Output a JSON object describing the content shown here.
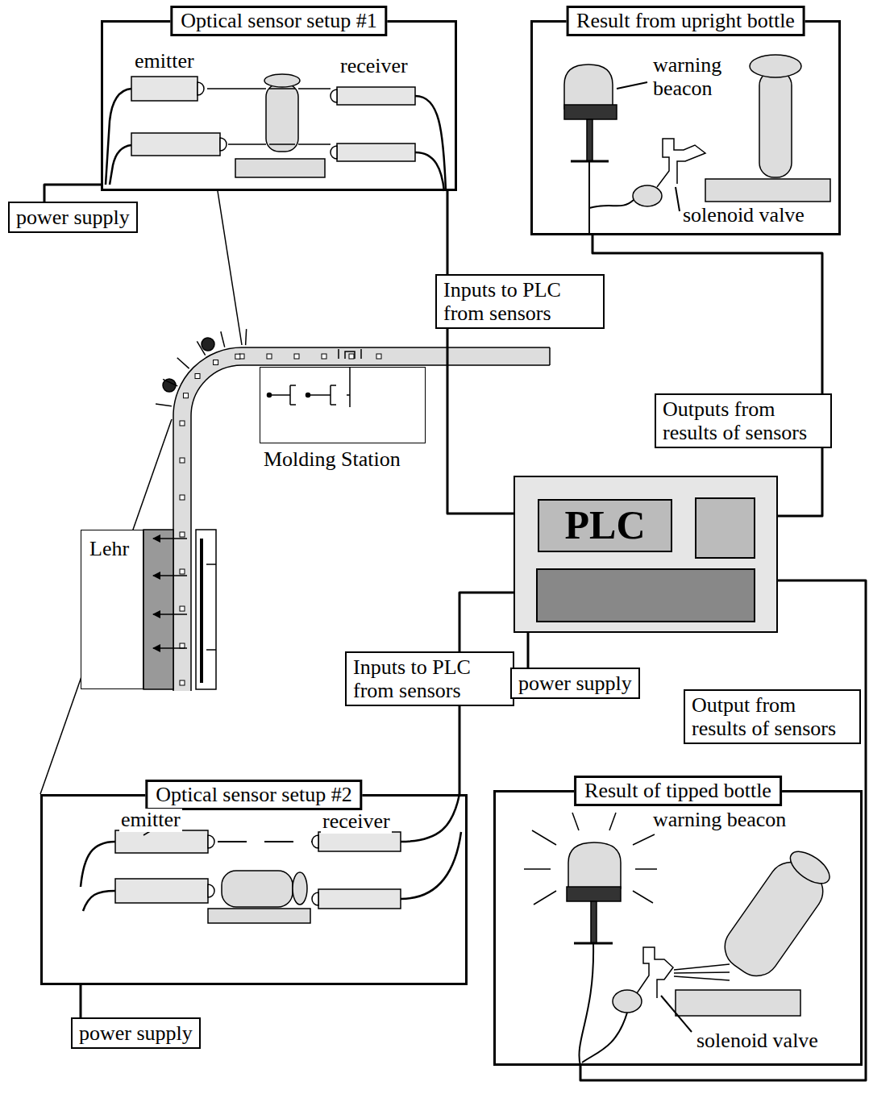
{
  "diagram": {
    "nodes": [
      {
        "text": [
          "Optical sensor setup #1"
        ]
      },
      {
        "text": [
          "Result from upright bottle"
        ]
      },
      {
        "text": [
          "Inputs to PLC from sensors"
        ]
      },
      {
        "text": [
          "Outputs from results of sensors"
        ]
      },
      {
        "text": [
          "PLC"
        ]
      },
      {
        "text": [
          "power supply"
        ]
      },
      {
        "text": [
          "Molding Station"
        ]
      },
      {
        "text": [
          "Lehr"
        ]
      },
      {
        "text": [
          "Inputs to PLC from sensors"
        ]
      },
      {
        "text": [
          "power supply"
        ]
      },
      {
        "text": [
          "Output from results of sensors"
        ]
      },
      {
        "text": [
          "Optical sensor setup #2"
        ]
      },
      {
        "text": [
          "Result of tipped bottle"
        ]
      },
      {
        "text": [
          "power supply"
        ]
      }
    ],
    "edges": [
      {
        "from": 5,
        "to": 0,
        "arrow": "none"
      },
      {
        "from": 0,
        "to": 4,
        "arrow": "none"
      },
      {
        "from": 4,
        "to": 1,
        "arrow": "none"
      },
      {
        "from": 11,
        "to": 4,
        "arrow": "none"
      },
      {
        "from": 4,
        "to": 12,
        "arrow": "none"
      },
      {
        "from": 13,
        "to": 11,
        "arrow": "none"
      },
      {
        "from": 9,
        "to": 4,
        "arrow": "none"
      }
    ],
    "labels": [
      "emitter",
      "receiver",
      "warning beacon",
      "solenoid valve",
      "emitter",
      "receiver",
      "warning beacon",
      "solenoid valve"
    ]
  }
}
